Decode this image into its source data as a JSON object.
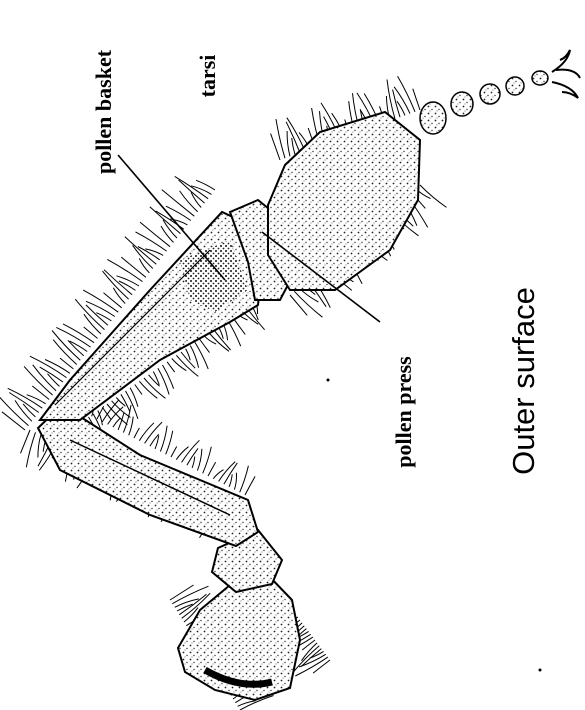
{
  "labels": {
    "pollen_basket": "pollen basket",
    "tarsi": "tarsi",
    "pollen_press": "pollen press",
    "title": "Outer surface"
  },
  "colors": {
    "ink": "#000000",
    "paper": "#ffffff"
  }
}
